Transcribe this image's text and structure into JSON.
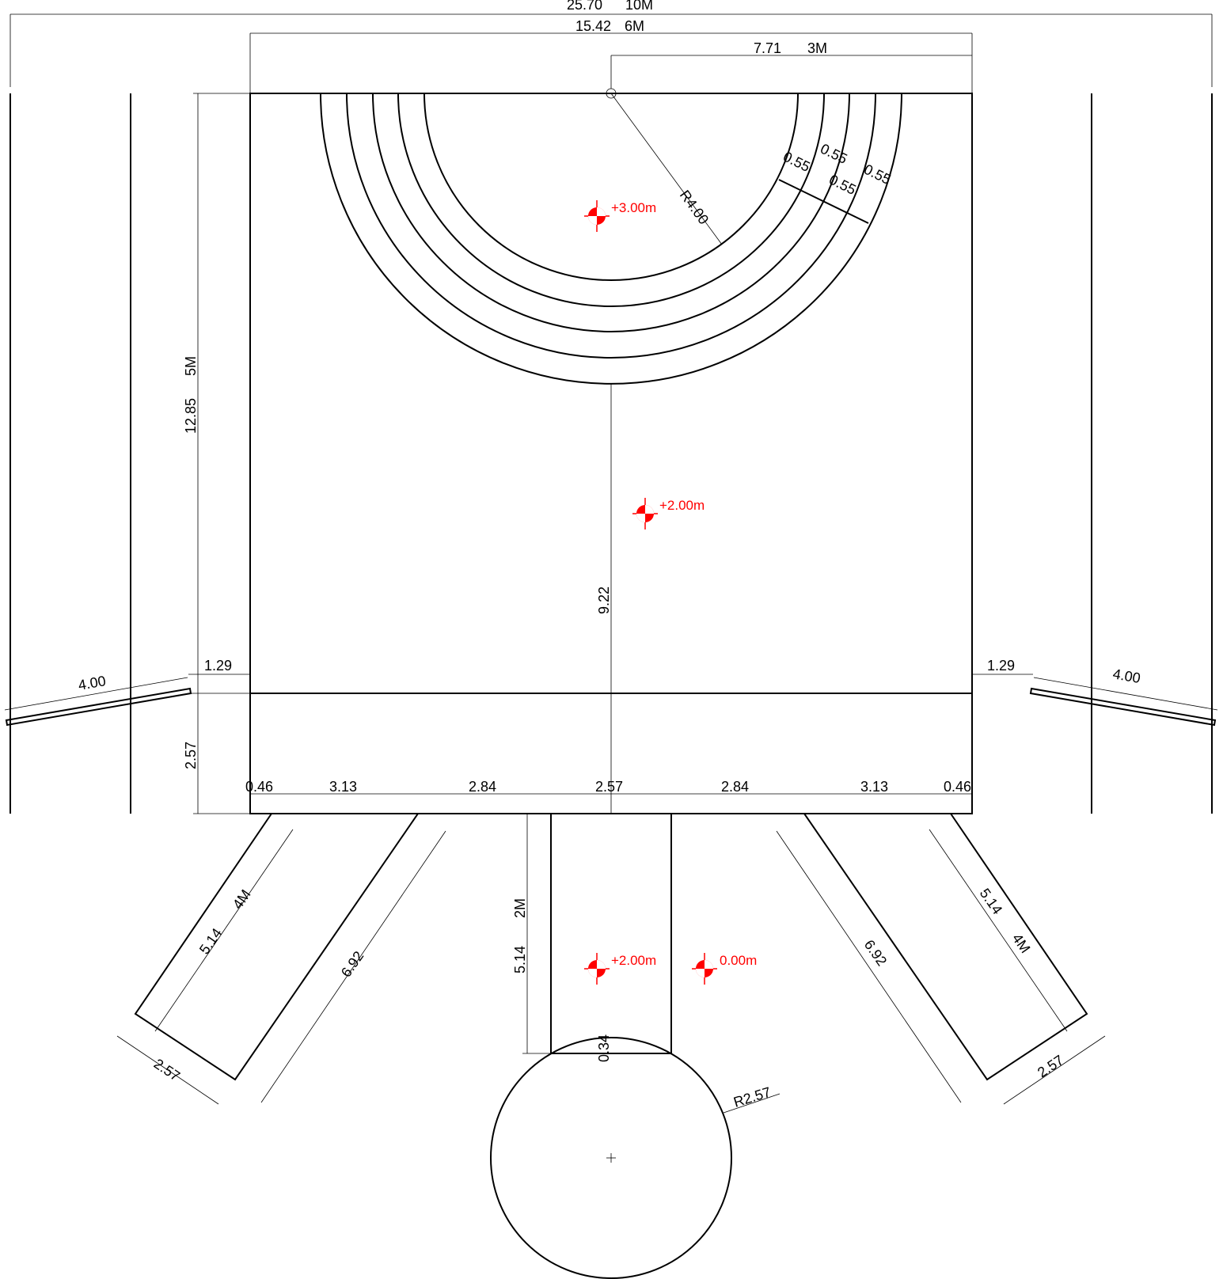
{
  "drawing": {
    "dimensions": {
      "overall_width": "25.70",
      "overall_width_module": "10M",
      "platform_width": "15.42",
      "platform_width_module": "6M",
      "half_platform_width": "7.71",
      "half_platform_width_module": "3M",
      "platform_depth": "12.85",
      "platform_depth_module": "5M",
      "center_depth": "9.22",
      "front_strip_depth": "2.57",
      "left_wing_offset": "1.29",
      "right_wing_offset": "1.29",
      "left_wing_length": "4.00",
      "right_wing_length": "4.00",
      "arc_radius": "R4.00",
      "ring_widths": [
        "0.55",
        "0.55",
        "0.55",
        "0.55"
      ],
      "front_segments": [
        "0.46",
        "3.13",
        "2.84",
        "2.57",
        "2.84",
        "3.13",
        "0.46"
      ],
      "center_arm_length": "5.14",
      "center_arm_module": "2M",
      "center_arm_overlap": "0.34",
      "circle_radius": "R2.57",
      "left_arm_inner": "5.14",
      "left_arm_inner_module": "4M",
      "left_arm_outer": "6.92",
      "left_arm_end": "2.57",
      "right_arm_inner": "5.14",
      "right_arm_inner_module": "4M",
      "right_arm_outer": "6.92",
      "right_arm_end": "2.57"
    },
    "elevations": {
      "arc": "+3.00m",
      "platform": "+2.00m",
      "center_arm": "+2.00m",
      "ground": "0.00m"
    },
    "colors": {
      "line": "#000000",
      "elevation": "#ff0000"
    }
  }
}
